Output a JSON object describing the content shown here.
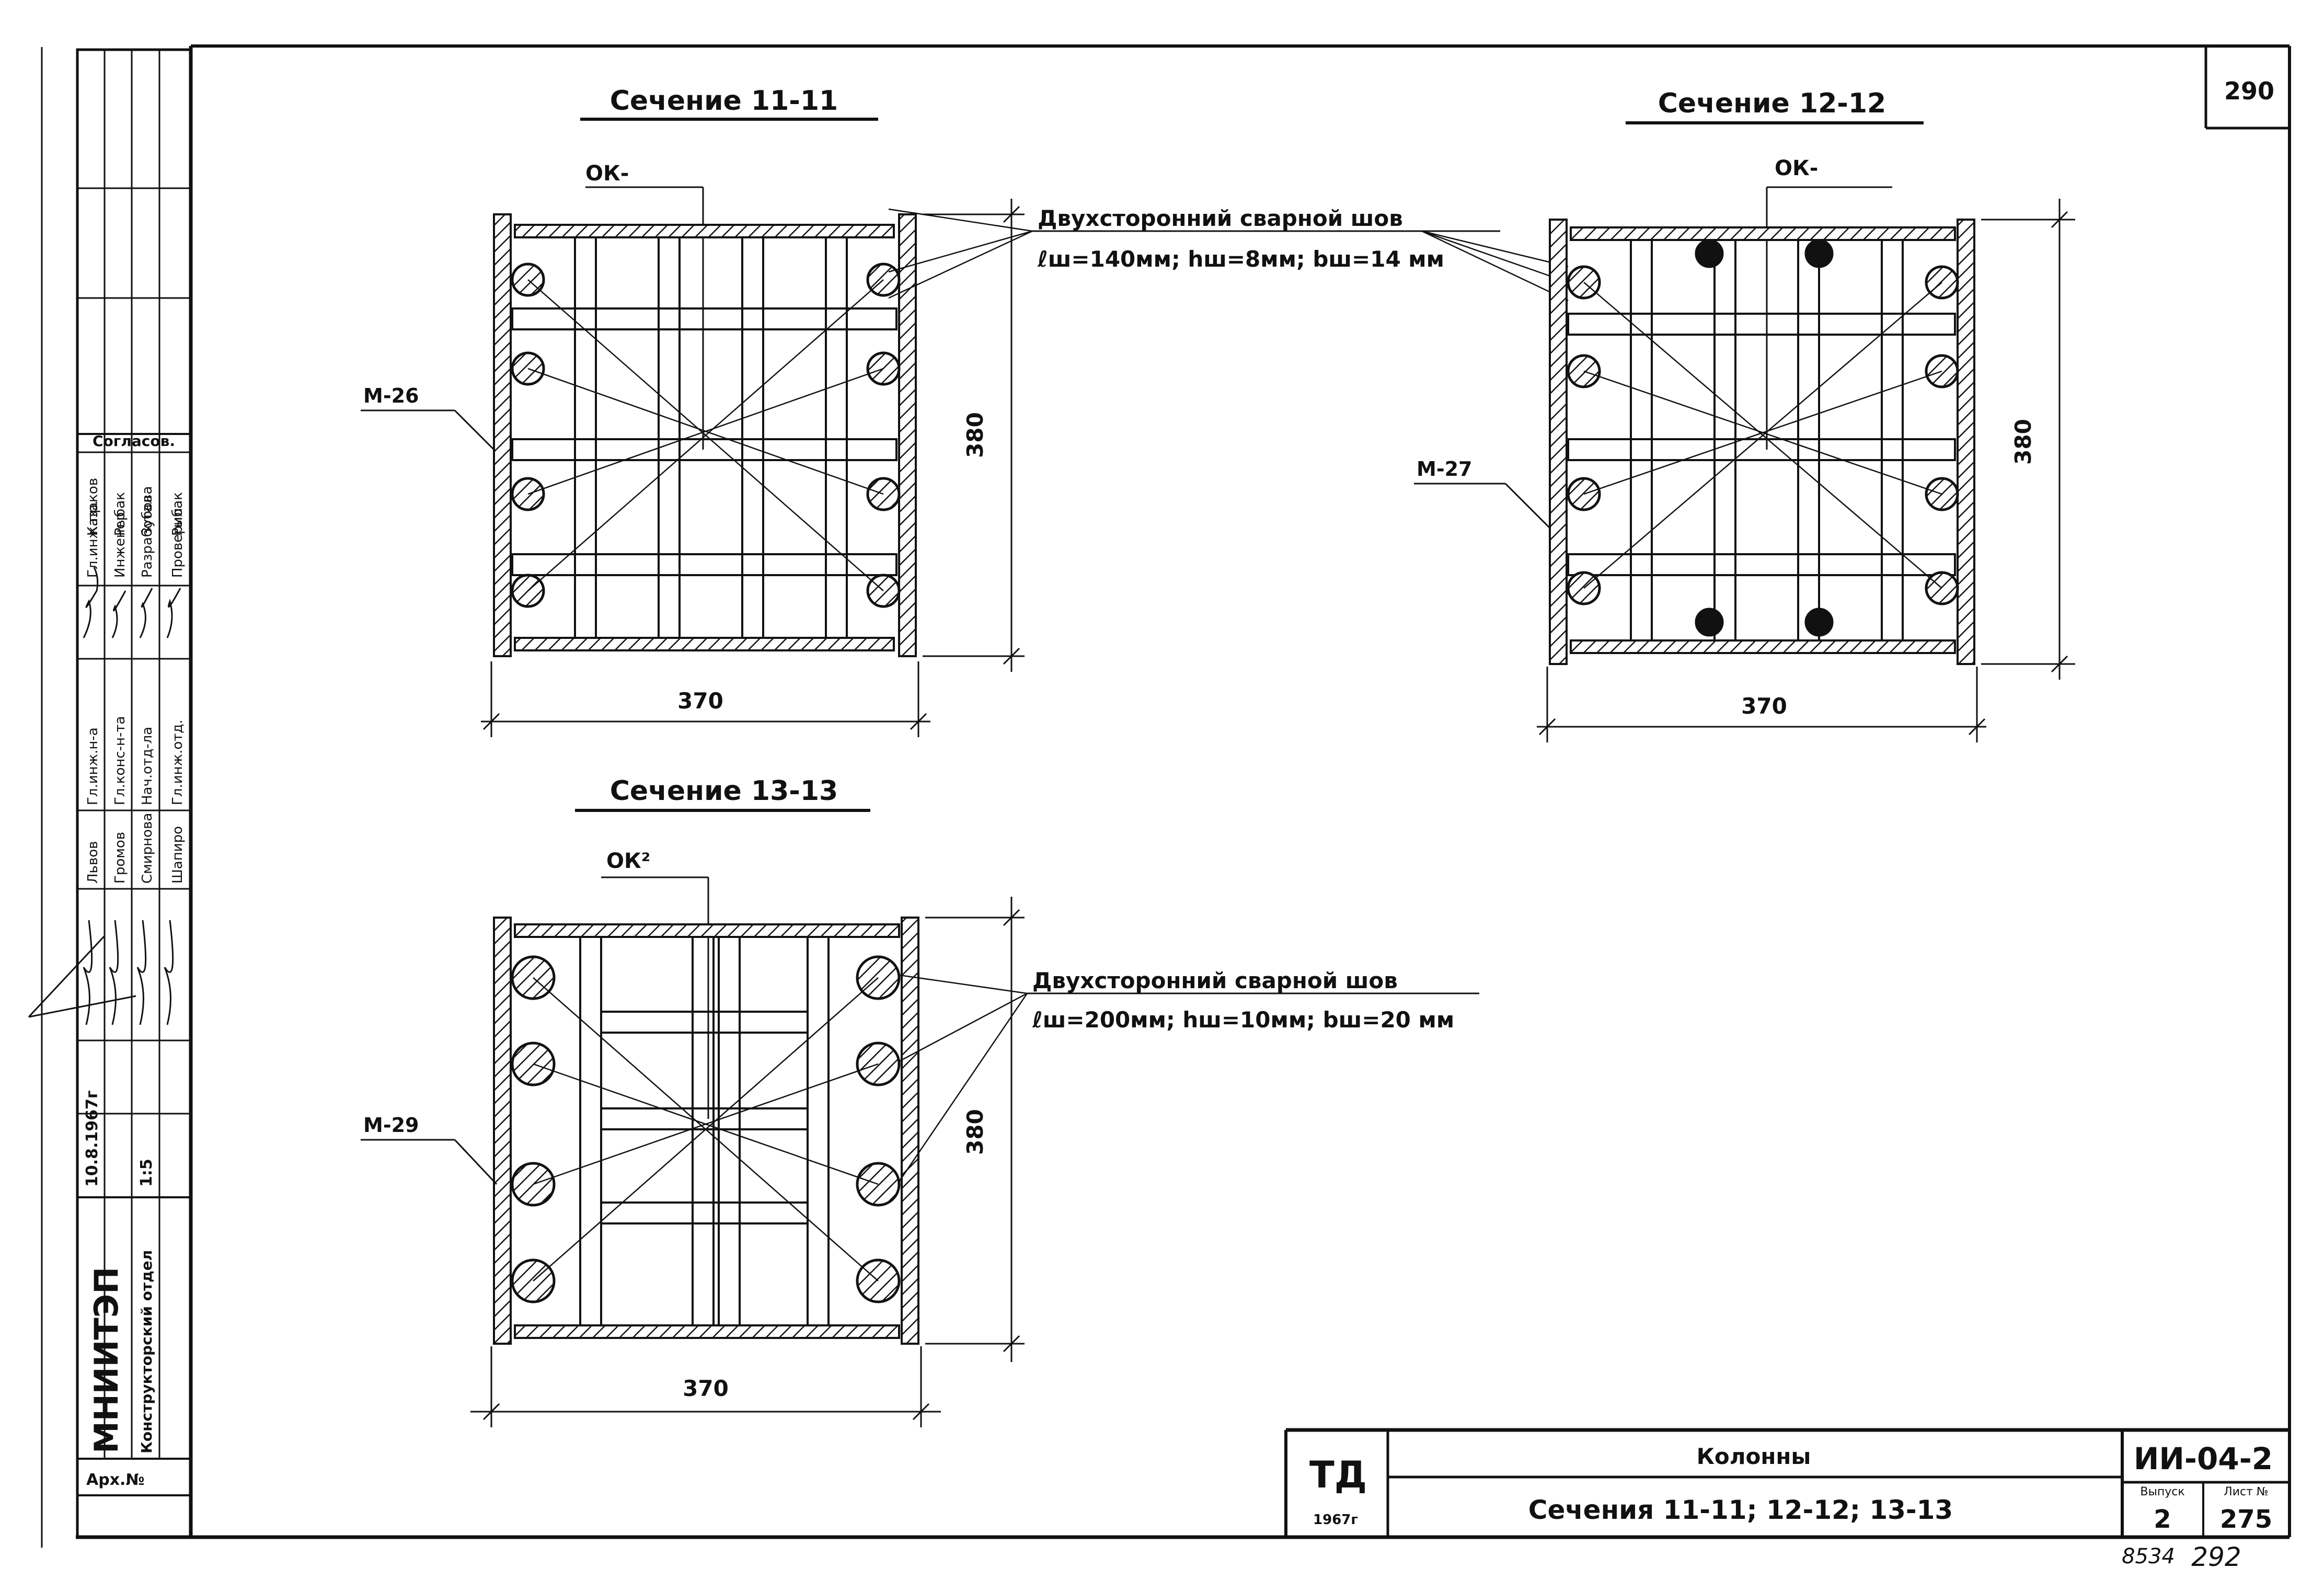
{
  "sheet_number": "290",
  "drawing": {
    "title_block": {
      "org_code": "ТД",
      "year": "1967г",
      "subject": "Колонны",
      "sheet_title": "Сечения 11-11; 12-12; 13-13",
      "series": "ИИ-04-2",
      "issue_label": "Выпуск",
      "sheet_label": "Лист №",
      "issue": "2",
      "sheet_no": "275",
      "below_left": "8534",
      "below_right": "292"
    },
    "sections": [
      {
        "title": "Сечение 11-11",
        "top_label": "ОК-",
        "side_label": "М-26",
        "width_dim": "370",
        "height_dim": "380"
      },
      {
        "title": "Сечение 12-12",
        "top_label": "ОК-",
        "side_label": "М-27",
        "width_dim": "370",
        "height_dim": "380"
      },
      {
        "title": "Сечение 13-13",
        "top_label": "ОК²",
        "side_label": "М-29",
        "width_dim": "370",
        "height_dim": "380"
      }
    ],
    "weld_notes": [
      {
        "line1": "Двухсторонний сварной шов",
        "line2": "ℓш=140мм; hш=8мм; bш=14 мм"
      },
      {
        "line1": "Двухсторонний сварной шов",
        "line2": "ℓш=200мм; hш=10мм; bш=20 мм"
      }
    ]
  },
  "stamp": {
    "soglasov": "Согласов.",
    "org": "МНИИТЭП",
    "dept": "Конструкторский отдел",
    "date": "10.8.1967г",
    "scale": "1:5",
    "arch": "Арх.№",
    "row1": {
      "role": "Гл.инж.н-а",
      "name": "Львов"
    },
    "row2": {
      "role": "Гл.конс-н-та",
      "name": "Громов"
    },
    "row3": {
      "role": "Нач.отд-ла",
      "name": "Смирнова"
    },
    "row4": {
      "role": "Гл.инж.отд.",
      "name": "Шапиро"
    },
    "row5": {
      "role": "Гл.инж.пр.",
      "name": "Казаков"
    },
    "row6": {
      "role": "Инженер",
      "name": "Рыбак"
    },
    "row7": {
      "role": "Разработал",
      "name": "Зубова"
    },
    "row8": {
      "role": "Проверил",
      "name": "Рыбак"
    }
  }
}
